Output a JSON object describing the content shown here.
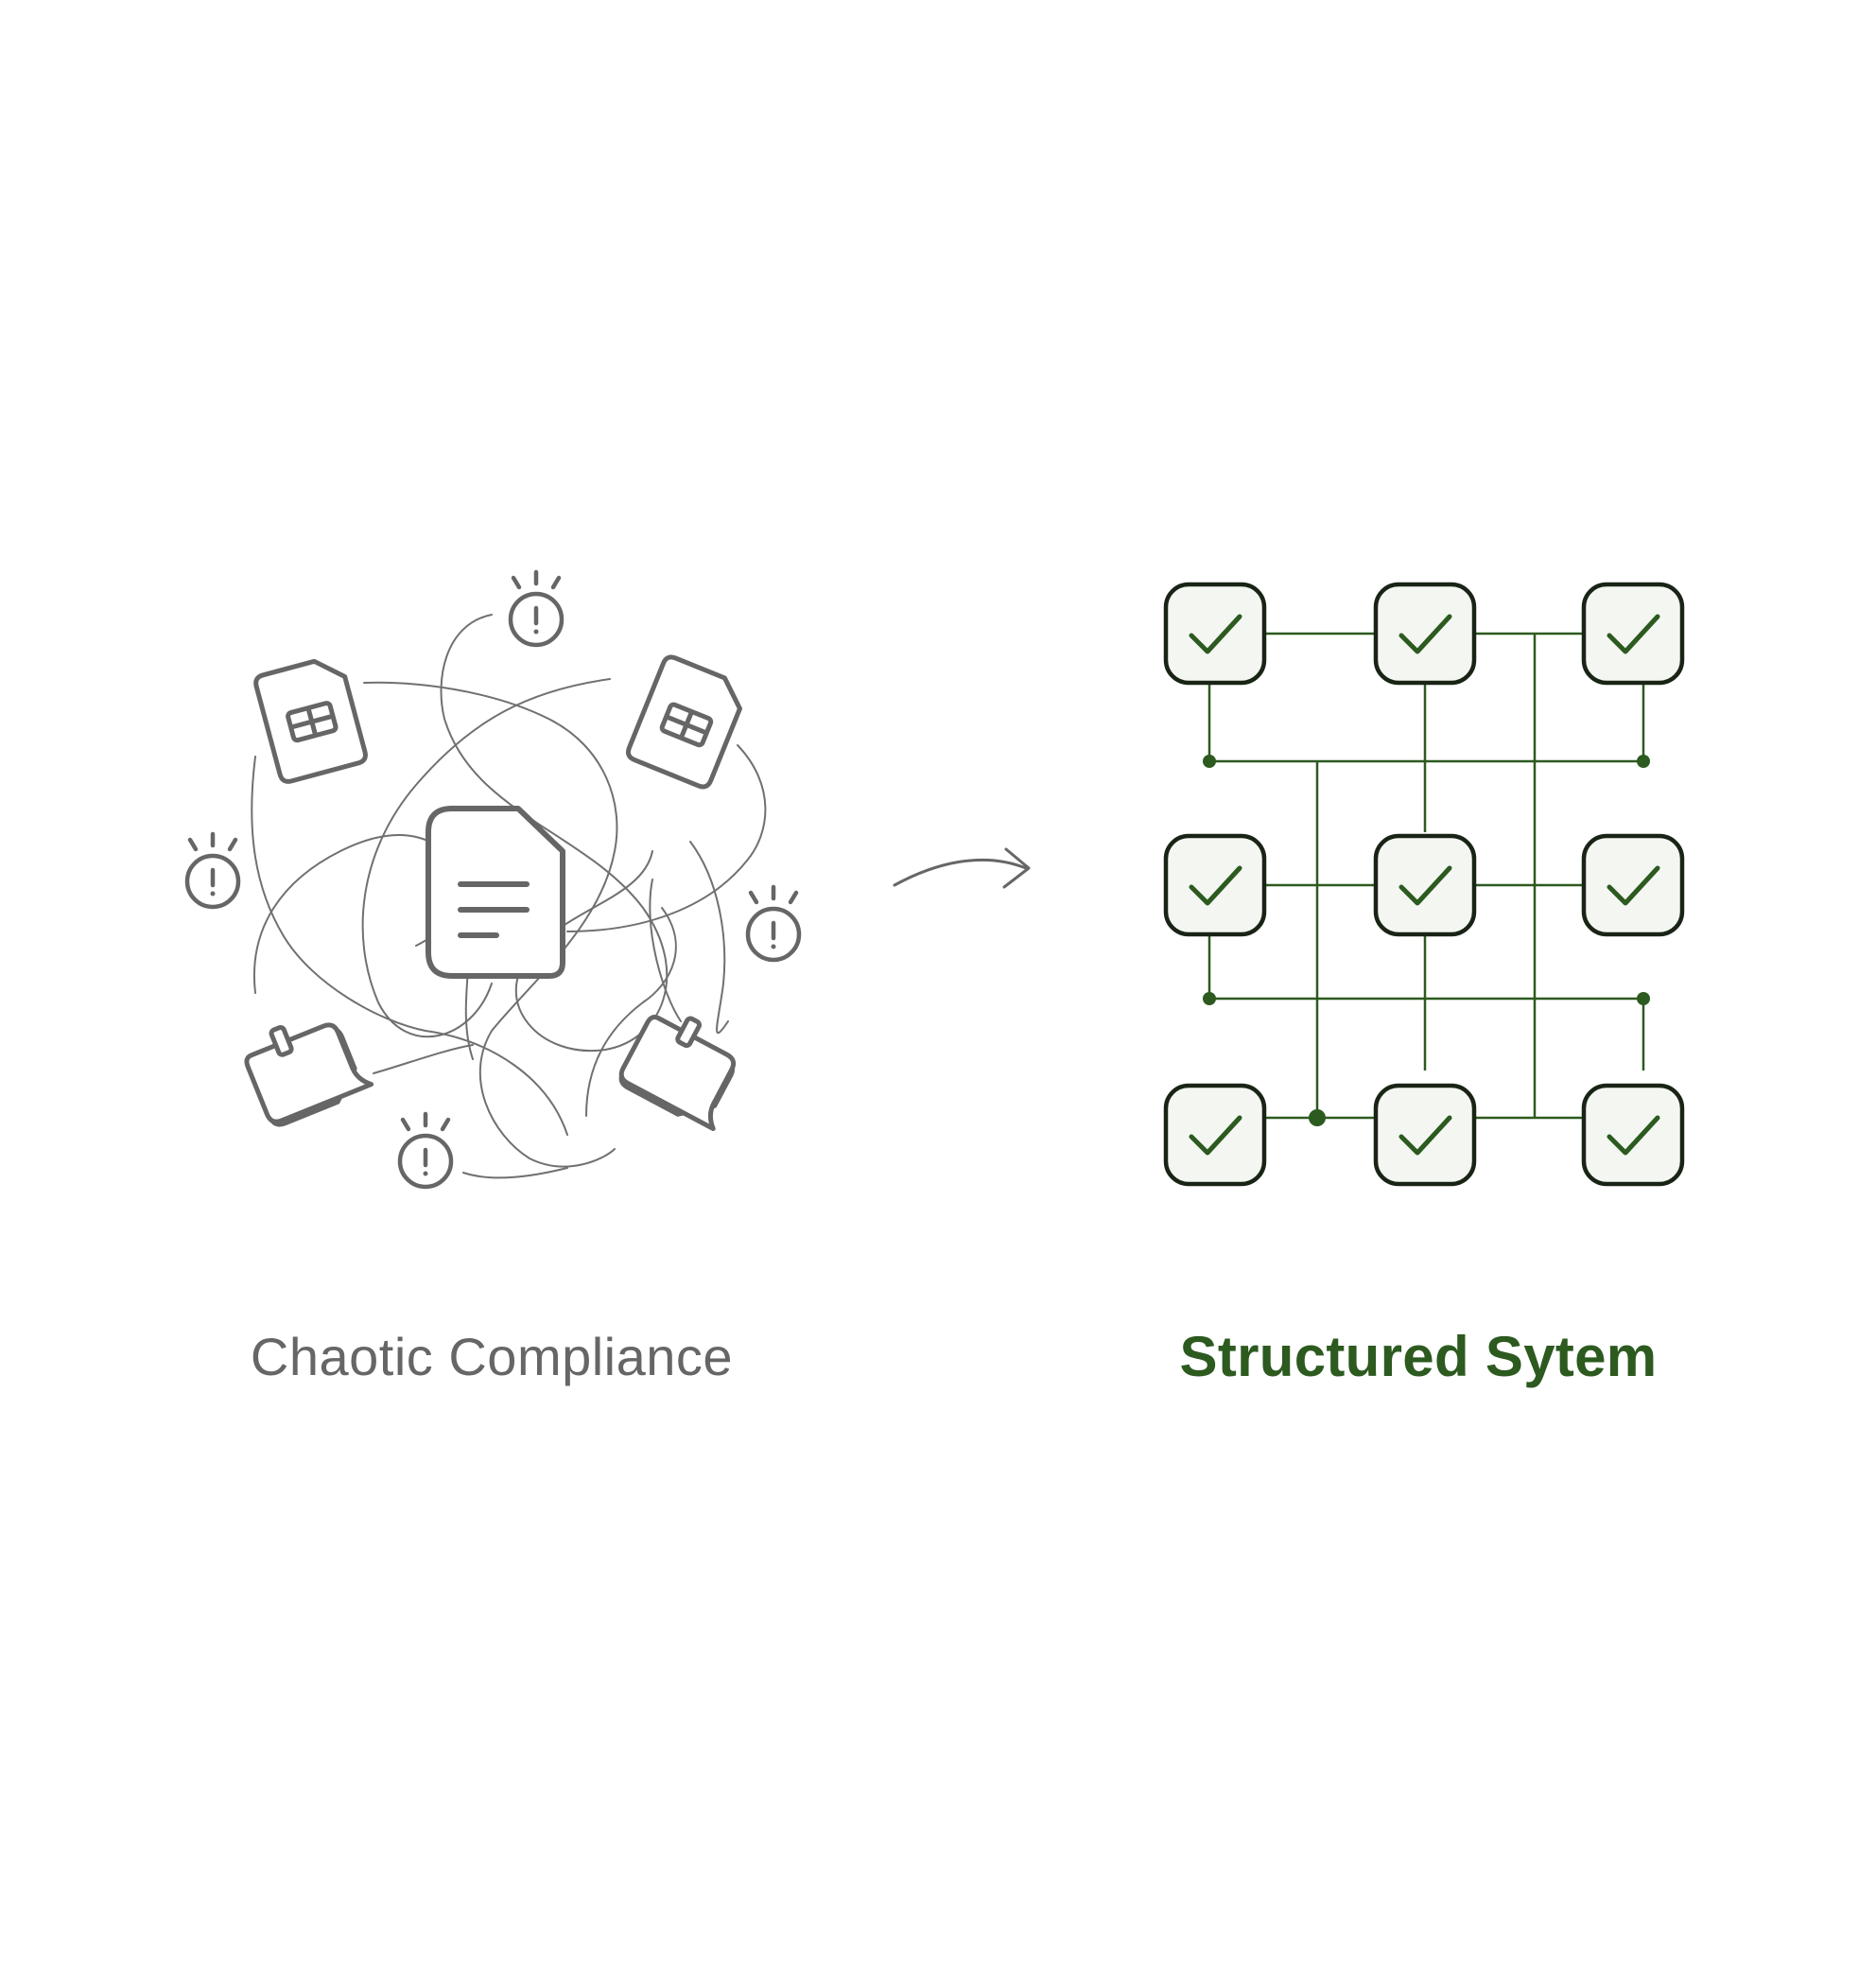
{
  "left_panel": {
    "caption": "Chaotic Compliance",
    "stroke_color": "#666666",
    "icons": [
      "document-icon",
      "sim-card-icon",
      "sim-card-icon",
      "sticky-note-icon",
      "sticky-note-icon",
      "alert-icon",
      "alert-icon",
      "alert-icon",
      "alert-icon"
    ]
  },
  "transition": {
    "icon": "arrow-right-icon",
    "color": "#666666"
  },
  "right_panel": {
    "caption": "Structured Sytem",
    "caption_color": "#2c5a1f",
    "line_color": "#2c5a1f",
    "node_fill": "#f4f6f2",
    "node_border": "#1a2416",
    "check_color": "#2c5a1f",
    "grid_rows": 3,
    "grid_cols": 3,
    "icons": [
      "checkbox-icon"
    ]
  }
}
